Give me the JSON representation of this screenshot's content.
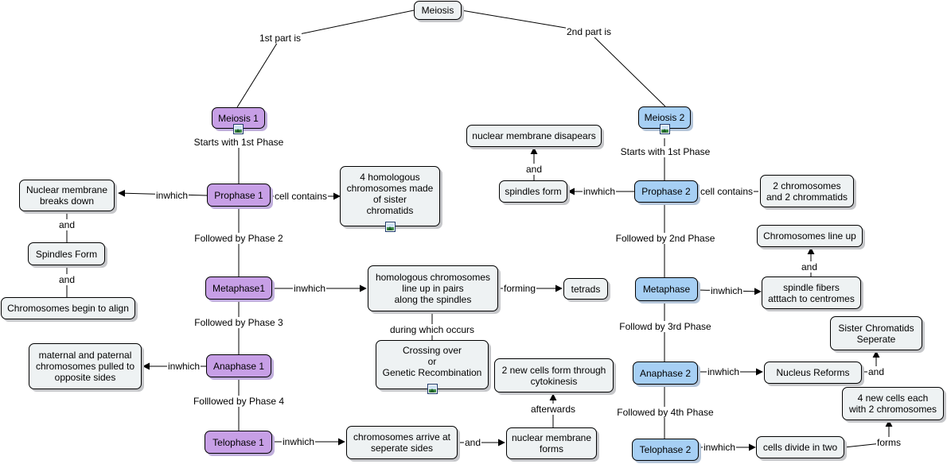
{
  "nodes": {
    "meiosis": "Meiosis",
    "meiosis1": "Meiosis 1",
    "meiosis2": "Meiosis 2",
    "prophase1": "Prophase 1",
    "metaphase1": "Metaphase1",
    "anaphase1": "Anaphase 1",
    "telophase1": "Telophase 1",
    "prophase2": "Prophase 2",
    "metaphase2": "Metaphase",
    "anaphase2": "Anaphase 2",
    "telophase2": "Telophase 2",
    "nuclear_membrane_breaks": "Nuclear membrane\nbreaks down",
    "spindles_form_1": "Spindles Form",
    "chromosomes_align": "Chromosomes begin to align",
    "four_homologous": "4 homologous\nchromosomes made\nof sister\nchromatids",
    "homologous_line_up": "homologous chromosomes\nline up in pairs\nalong the spindles",
    "tetrads": "tetrads",
    "crossing_over": "Crossing over\nor\nGenetic Recombination",
    "maternal_paternal": "maternal and paternal\nchromosomes pulled to\nopposite sides",
    "arrive_sides": "chromosomes arrive at\nseperate sides",
    "nuclear_membrane_forms": "nuclear membrane\nforms",
    "two_new_cells": "2 new cells form through\ncytokinesis",
    "nuclear_membrane_disappears": "nuclear membrane disapears",
    "spindles_form_2": "spindles form",
    "two_chromosomes": "2 chromosomes\nand 2 chrommatids",
    "chromosomes_line_up": "Chromosomes line up",
    "spindle_fibers": "spindle fibers\natttach to centromes",
    "sister_chromatids": "Sister Chromatids\nSeperate",
    "nucleus_reforms": "Nucleus Reforms",
    "four_new_cells": "4 new cells each\nwith 2 chromosomes",
    "cells_divide": "cells divide in two"
  },
  "links": {
    "first_part": "1st part is",
    "second_part": "2nd part is",
    "starts_1": "Starts with 1st Phase",
    "starts_2": "Starts with 1st Phase",
    "followed_p2": "Followed by Phase 2",
    "followed_p3": "Followed by Phase 3",
    "followed_p4": "Folllowed by Phase 4",
    "followed_2nd": "Followed by 2nd Phase",
    "followd_3rd": "Followd by 3rd Phase",
    "followed_4th": "Followed by 4th Phase",
    "inwhich_p1": "inwhich",
    "inwhich_m1": "inwhich",
    "inwhich_a1": "inwhich",
    "inwhich_t1": "inwhich",
    "inwhich_p2": "inwhich",
    "inwhich_m2": "inwhich",
    "inwhich_a2": "inwhich",
    "inwhich_t2": "inwhich",
    "cell_contains_1": "cell contains",
    "cell_contains_2": "cell contains",
    "and_1": "and",
    "and_2": "and",
    "and_3": "and",
    "and_4": "and",
    "and_5": "and",
    "and_6": "and",
    "forming": "forming",
    "during_which": "during which occurs",
    "afterwards": "afterwards",
    "forms": "forms"
  },
  "colors": {
    "meiosis1_branch": "#c79fe6",
    "meiosis2_branch": "#a6cff4",
    "concept": "#eef2f3"
  },
  "icons": [
    "image-icon"
  ]
}
